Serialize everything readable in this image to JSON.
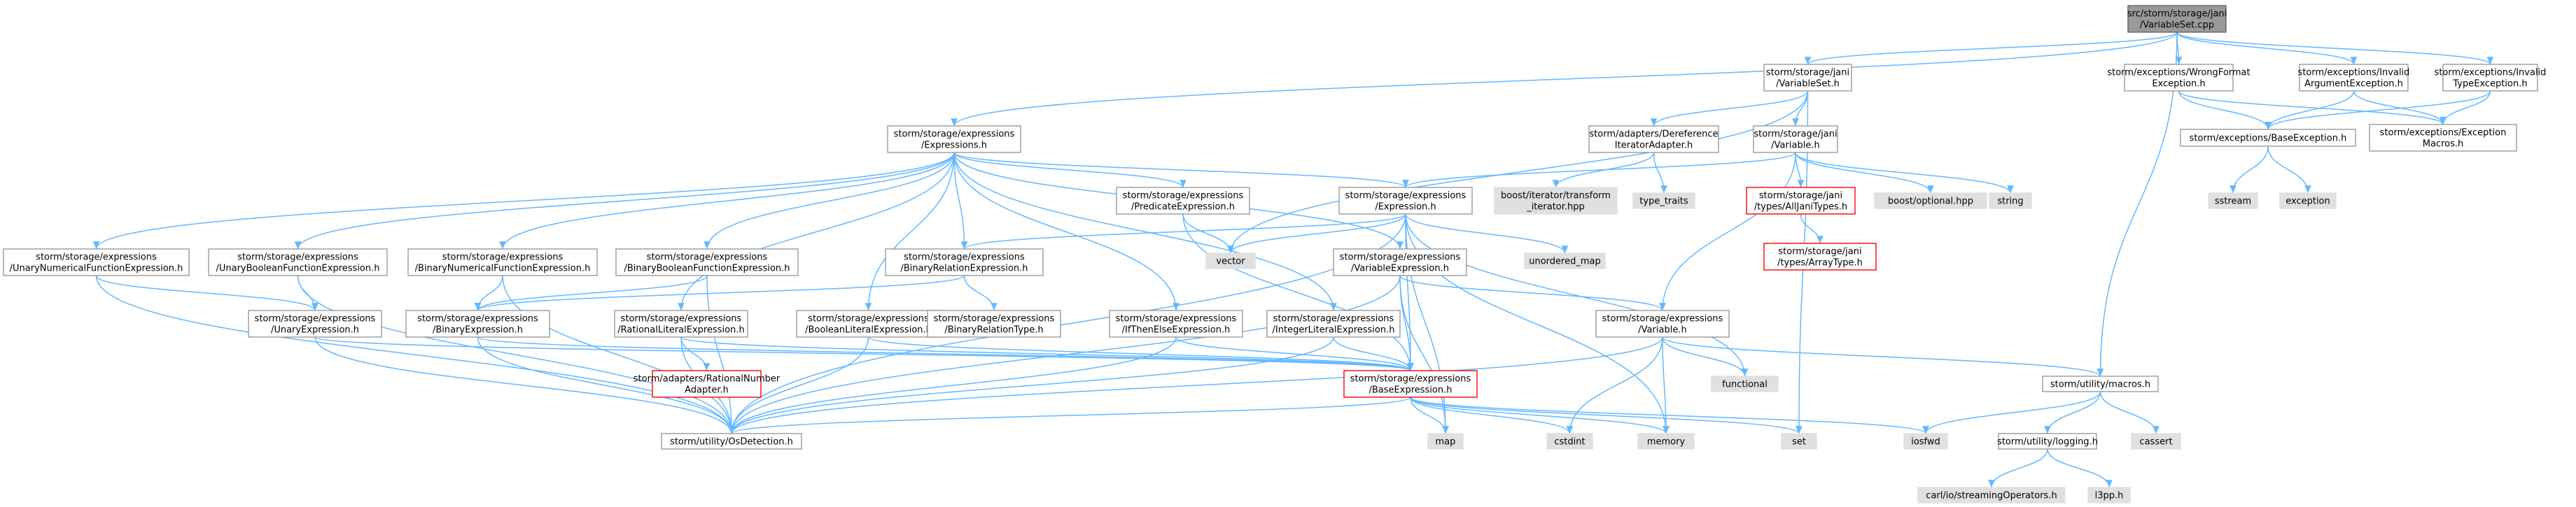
{
  "colors": {
    "edge": "#63b8ff",
    "node_fill": "#ffffff",
    "node_stroke": "#999999",
    "root_fill": "#999999",
    "root_stroke": "#666666",
    "ext_fill": "#e0e0e0",
    "ext_stroke": "#999999",
    "missing_stroke": "#ff0000",
    "missing_text": "#ff0000"
  },
  "nodes": [
    {
      "id": "root",
      "kind": "root",
      "lines": [
        "src/storm/storage/jani",
        "/VariableSet.cpp"
      ]
    },
    {
      "id": "varset_h",
      "kind": "file",
      "lines": [
        "storm/storage/jani",
        "/VariableSet.h"
      ]
    },
    {
      "id": "wrongformat",
      "kind": "file",
      "lines": [
        "storm/exceptions/WrongFormat",
        "Exception.h"
      ]
    },
    {
      "id": "invalidarg",
      "kind": "file",
      "lines": [
        "storm/exceptions/Invalid",
        "ArgumentException.h"
      ]
    },
    {
      "id": "invalidtype",
      "kind": "file",
      "lines": [
        "storm/exceptions/Invalid",
        "TypeException.h"
      ]
    },
    {
      "id": "baseexc",
      "kind": "file",
      "lines": [
        "storm/exceptions/BaseException.h"
      ]
    },
    {
      "id": "excmacros",
      "kind": "file",
      "lines": [
        "storm/exceptions/Exception",
        "Macros.h"
      ]
    },
    {
      "id": "sstream",
      "kind": "ext",
      "lines": [
        "sstream"
      ]
    },
    {
      "id": "exception",
      "kind": "ext",
      "lines": [
        "exception"
      ]
    },
    {
      "id": "expressions_h",
      "kind": "file",
      "lines": [
        "storm/storage/expressions",
        "/Expressions.h"
      ]
    },
    {
      "id": "deref",
      "kind": "file",
      "lines": [
        "storm/adapters/Dereference",
        "IteratorAdapter.h"
      ]
    },
    {
      "id": "variable_jani",
      "kind": "file",
      "lines": [
        "storm/storage/jani",
        "/Variable.h"
      ]
    },
    {
      "id": "boost_iter",
      "kind": "ext",
      "lines": [
        "boost/iterator/transform",
        "_iterator.hpp"
      ]
    },
    {
      "id": "type_traits",
      "kind": "ext",
      "lines": [
        "type_traits"
      ]
    },
    {
      "id": "alljanitypes",
      "kind": "missing",
      "lines": [
        "storm/storage/jani",
        "/types/AllJaniTypes.h"
      ]
    },
    {
      "id": "boost_opt",
      "kind": "ext",
      "lines": [
        "boost/optional.hpp"
      ]
    },
    {
      "id": "string",
      "kind": "ext",
      "lines": [
        "string"
      ]
    },
    {
      "id": "arraytype",
      "kind": "missing",
      "lines": [
        "storm/storage/jani",
        "/types/ArrayType.h"
      ]
    },
    {
      "id": "predicate",
      "kind": "file",
      "lines": [
        "storm/storage/expressions",
        "/PredicateExpression.h"
      ]
    },
    {
      "id": "expression",
      "kind": "file",
      "lines": [
        "storm/storage/expressions",
        "/Expression.h"
      ]
    },
    {
      "id": "vector",
      "kind": "ext",
      "lines": [
        "vector"
      ]
    },
    {
      "id": "unordered_map",
      "kind": "ext",
      "lines": [
        "unordered_map"
      ]
    },
    {
      "id": "unnumfunc",
      "kind": "file",
      "lines": [
        "storm/storage/expressions",
        "/UnaryNumericalFunctionExpression.h"
      ]
    },
    {
      "id": "unboolfunc",
      "kind": "file",
      "lines": [
        "storm/storage/expressions",
        "/UnaryBooleanFunctionExpression.h"
      ]
    },
    {
      "id": "binnumfunc",
      "kind": "file",
      "lines": [
        "storm/storage/expressions",
        "/BinaryNumericalFunctionExpression.h"
      ]
    },
    {
      "id": "binboolfunc",
      "kind": "file",
      "lines": [
        "storm/storage/expressions",
        "/BinaryBooleanFunctionExpression.h"
      ]
    },
    {
      "id": "binrel",
      "kind": "file",
      "lines": [
        "storm/storage/expressions",
        "/BinaryRelationExpression.h"
      ]
    },
    {
      "id": "varexpr",
      "kind": "file",
      "lines": [
        "storm/storage/expressions",
        "/VariableExpression.h"
      ]
    },
    {
      "id": "unary",
      "kind": "file",
      "lines": [
        "storm/storage/expressions",
        "/UnaryExpression.h"
      ]
    },
    {
      "id": "binary",
      "kind": "file",
      "lines": [
        "storm/storage/expressions",
        "/BinaryExpression.h"
      ]
    },
    {
      "id": "ratlit",
      "kind": "file",
      "lines": [
        "storm/storage/expressions",
        "/RationalLiteralExpression.h"
      ]
    },
    {
      "id": "boollit",
      "kind": "file",
      "lines": [
        "storm/storage/expressions",
        "/BooleanLiteralExpression.h"
      ]
    },
    {
      "id": "binreltype",
      "kind": "file",
      "lines": [
        "storm/storage/expressions",
        "/BinaryRelationType.h"
      ]
    },
    {
      "id": "ite",
      "kind": "file",
      "lines": [
        "storm/storage/expressions",
        "/IfThenElseExpression.h"
      ]
    },
    {
      "id": "intlit",
      "kind": "file",
      "lines": [
        "storm/storage/expressions",
        "/IntegerLiteralExpression.h"
      ]
    },
    {
      "id": "variable_expr",
      "kind": "file",
      "lines": [
        "storm/storage/expressions",
        "/Variable.h"
      ]
    },
    {
      "id": "ratnumadapter",
      "kind": "missing",
      "lines": [
        "storm/adapters/RationalNumber",
        "Adapter.h"
      ]
    },
    {
      "id": "baseexpr",
      "kind": "missing",
      "lines": [
        "storm/storage/expressions",
        "/BaseExpression.h"
      ]
    },
    {
      "id": "functional",
      "kind": "ext",
      "lines": [
        "functional"
      ]
    },
    {
      "id": "macros",
      "kind": "file",
      "lines": [
        "storm/utility/macros.h"
      ]
    },
    {
      "id": "osdetect",
      "kind": "file",
      "lines": [
        "storm/utility/OsDetection.h"
      ]
    },
    {
      "id": "map",
      "kind": "ext",
      "lines": [
        "map"
      ]
    },
    {
      "id": "cstdint",
      "kind": "ext",
      "lines": [
        "cstdint"
      ]
    },
    {
      "id": "memory",
      "kind": "ext",
      "lines": [
        "memory"
      ]
    },
    {
      "id": "set",
      "kind": "ext",
      "lines": [
        "set"
      ]
    },
    {
      "id": "iosfwd",
      "kind": "ext",
      "lines": [
        "iosfwd"
      ]
    },
    {
      "id": "cassert",
      "kind": "ext",
      "lines": [
        "cassert"
      ]
    },
    {
      "id": "logging",
      "kind": "file",
      "lines": [
        "storm/utility/logging.h"
      ]
    },
    {
      "id": "carlstream",
      "kind": "ext",
      "lines": [
        "carl/io/streamingOperators.h"
      ]
    },
    {
      "id": "l3pp",
      "kind": "ext",
      "lines": [
        "l3pp.h"
      ]
    }
  ],
  "edges": [
    [
      "root",
      "varset_h"
    ],
    [
      "root",
      "wrongformat"
    ],
    [
      "root",
      "invalidarg"
    ],
    [
      "root",
      "invalidtype"
    ],
    [
      "root",
      "macros"
    ],
    [
      "root",
      "expressions_h"
    ],
    [
      "wrongformat",
      "baseexc"
    ],
    [
      "wrongformat",
      "excmacros"
    ],
    [
      "invalidarg",
      "baseexc"
    ],
    [
      "invalidarg",
      "excmacros"
    ],
    [
      "invalidtype",
      "baseexc"
    ],
    [
      "invalidtype",
      "excmacros"
    ],
    [
      "baseexc",
      "sstream"
    ],
    [
      "baseexc",
      "exception"
    ],
    [
      "varset_h",
      "deref"
    ],
    [
      "varset_h",
      "variable_jani"
    ],
    [
      "varset_h",
      "vector"
    ],
    [
      "varset_h",
      "set"
    ],
    [
      "deref",
      "boost_iter"
    ],
    [
      "deref",
      "type_traits"
    ],
    [
      "variable_jani",
      "alljanitypes"
    ],
    [
      "variable_jani",
      "boost_opt"
    ],
    [
      "variable_jani",
      "string"
    ],
    [
      "variable_jani",
      "expression"
    ],
    [
      "variable_jani",
      "variable_expr"
    ],
    [
      "alljanitypes",
      "arraytype"
    ],
    [
      "expressions_h",
      "unnumfunc"
    ],
    [
      "expressions_h",
      "unboolfunc"
    ],
    [
      "expressions_h",
      "binnumfunc"
    ],
    [
      "expressions_h",
      "binboolfunc"
    ],
    [
      "expressions_h",
      "binrel"
    ],
    [
      "expressions_h",
      "predicate"
    ],
    [
      "expressions_h",
      "expression"
    ],
    [
      "expressions_h",
      "varexpr"
    ],
    [
      "expressions_h",
      "ratlit"
    ],
    [
      "expressions_h",
      "boollit"
    ],
    [
      "expressions_h",
      "ite"
    ],
    [
      "expressions_h",
      "intlit"
    ],
    [
      "predicate",
      "vector"
    ],
    [
      "predicate",
      "baseexpr"
    ],
    [
      "expression",
      "vector"
    ],
    [
      "expression",
      "unordered_map"
    ],
    [
      "expression",
      "baseexpr"
    ],
    [
      "expression",
      "osdetect"
    ],
    [
      "expression",
      "functional"
    ],
    [
      "expression",
      "memory"
    ],
    [
      "expression",
      "map"
    ],
    [
      "expression",
      "binrel"
    ],
    [
      "unnumfunc",
      "unary"
    ],
    [
      "unnumfunc",
      "osdetect"
    ],
    [
      "unboolfunc",
      "unary"
    ],
    [
      "unboolfunc",
      "osdetect"
    ],
    [
      "binnumfunc",
      "binary"
    ],
    [
      "binnumfunc",
      "osdetect"
    ],
    [
      "binboolfunc",
      "binary"
    ],
    [
      "binboolfunc",
      "osdetect"
    ],
    [
      "binrel",
      "binary"
    ],
    [
      "binrel",
      "binreltype"
    ],
    [
      "varexpr",
      "variable_expr"
    ],
    [
      "varexpr",
      "baseexpr"
    ],
    [
      "varexpr",
      "osdetect"
    ],
    [
      "varexpr",
      "map"
    ],
    [
      "unary",
      "baseexpr"
    ],
    [
      "unary",
      "osdetect"
    ],
    [
      "binary",
      "baseexpr"
    ],
    [
      "binary",
      "osdetect"
    ],
    [
      "ratlit",
      "baseexpr"
    ],
    [
      "ratlit",
      "ratnumadapter"
    ],
    [
      "ratlit",
      "osdetect"
    ],
    [
      "boollit",
      "baseexpr"
    ],
    [
      "boollit",
      "osdetect"
    ],
    [
      "ite",
      "baseexpr"
    ],
    [
      "ite",
      "osdetect"
    ],
    [
      "intlit",
      "baseexpr"
    ],
    [
      "intlit",
      "osdetect"
    ],
    [
      "variable_expr",
      "functional"
    ],
    [
      "variable_expr",
      "memory"
    ],
    [
      "variable_expr",
      "cstdint"
    ],
    [
      "variable_expr",
      "macros"
    ],
    [
      "variable_expr",
      "osdetect"
    ],
    [
      "baseexpr",
      "map"
    ],
    [
      "baseexpr",
      "cstdint"
    ],
    [
      "baseexpr",
      "memory"
    ],
    [
      "baseexpr",
      "set"
    ],
    [
      "baseexpr",
      "iosfwd"
    ],
    [
      "baseexpr",
      "osdetect"
    ],
    [
      "macros",
      "iosfwd"
    ],
    [
      "macros",
      "cassert"
    ],
    [
      "macros",
      "logging"
    ],
    [
      "logging",
      "carlstream"
    ],
    [
      "logging",
      "l3pp"
    ]
  ]
}
